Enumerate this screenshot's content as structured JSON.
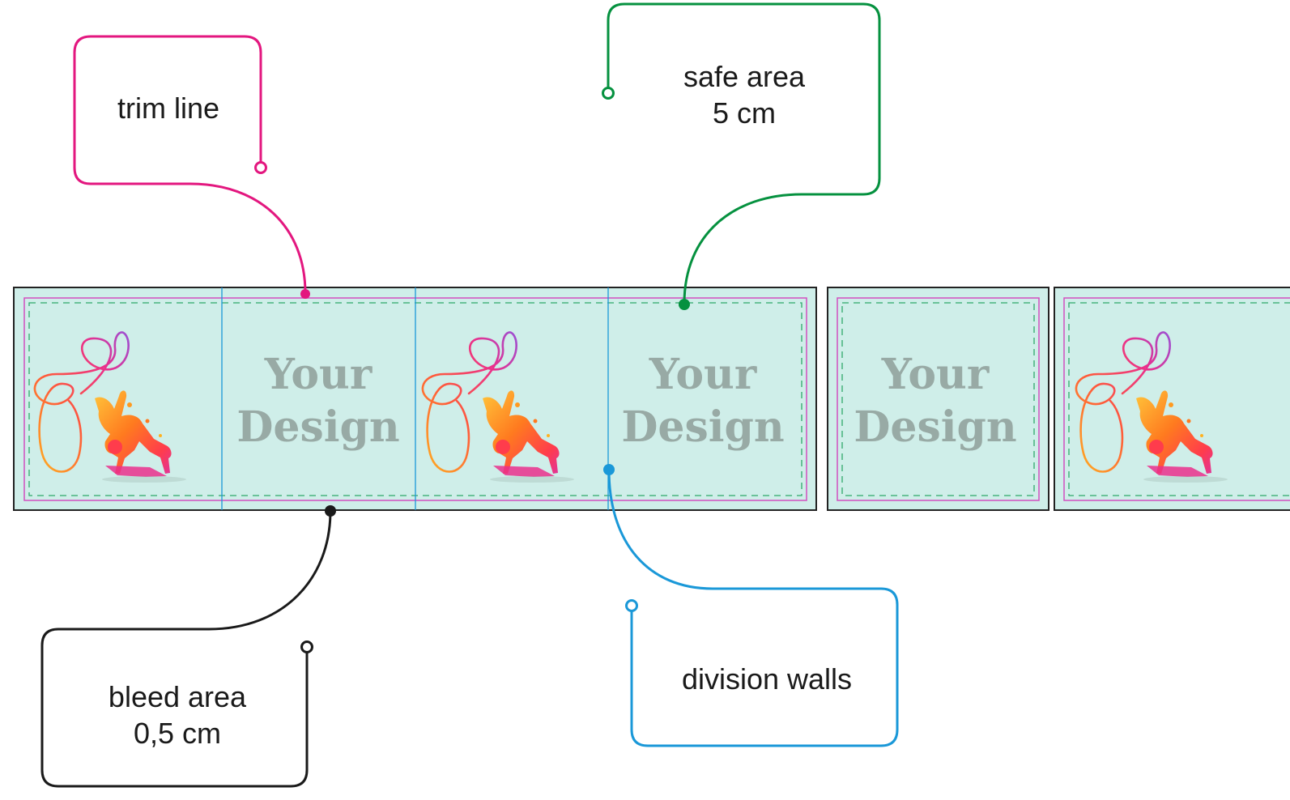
{
  "callouts": {
    "trim_line": {
      "line1": "trim line",
      "line2": "",
      "color": "#e3177f"
    },
    "safe_area": {
      "line1": "safe area",
      "line2": "5 cm",
      "color": "#05913f"
    },
    "bleed_area": {
      "line1": "bleed area",
      "line2": "0,5 cm",
      "color": "#1a1a1a"
    },
    "division_walls": {
      "line1": "division walls",
      "line2": "",
      "color": "#1a98d8"
    }
  },
  "panels": {
    "placeholder_line1": "Your",
    "placeholder_line2": "Design",
    "fill_color": "#cfeee9",
    "trim_color": "#d24fc0",
    "safe_color": "#2fa86a",
    "wall_color": "#1a98d8"
  },
  "artwork": {
    "icon": "rhythmic-gymnast-with-ribbon",
    "colors": [
      "#ff9a1f",
      "#ff4a3a",
      "#ec2d8c",
      "#a34fd0"
    ]
  }
}
